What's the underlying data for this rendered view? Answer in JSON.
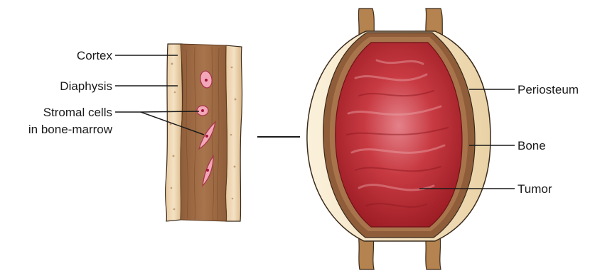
{
  "labels": {
    "cortex": "Cortex",
    "diaphysis": "Diaphysis",
    "stromal_line1": "Stromal cells",
    "stromal_line2": "in bone-marrow",
    "periosteum": "Periosteum",
    "bone": "Bone",
    "tumor": "Tumor"
  },
  "colors": {
    "tumor_red": "#b8262e",
    "bone_brown": "#8a5a35",
    "periosteum_cream": "#f5e6c6",
    "stromal_pink": "#f2a7b8"
  }
}
